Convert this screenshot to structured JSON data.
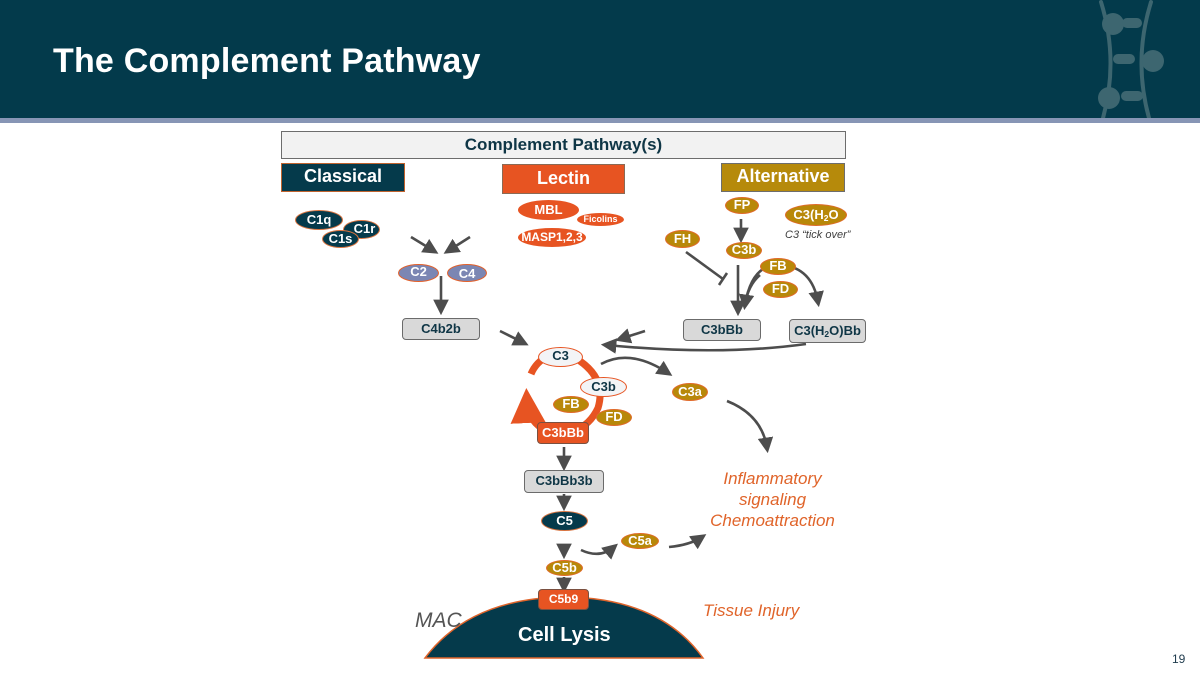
{
  "slide": {
    "title": "The Complement Pathway",
    "page_number": "19",
    "colors": {
      "header_bg": "#033a4b",
      "header_stripe": "#8795b5",
      "classical": "#053a4b",
      "lectin": "#e75422",
      "alternative": "#b68a0b",
      "complement_c2_c4": "#7b86b3",
      "outcome_text": "#e0642a",
      "arrow": "#4d4d4d"
    }
  },
  "diagram": {
    "header_box": "Complement Pathway(s)",
    "pathways": {
      "classical": "Classical",
      "lectin": "Lectin",
      "alternative": "Alternative"
    },
    "classical_nodes": {
      "c1q": "C1q",
      "c1r": "C1r",
      "c1s": "C1s",
      "c2": "C2",
      "c4": "C4",
      "c4b2b": "C4b2b"
    },
    "lectin_nodes": {
      "mbl": "MBL",
      "ficolins": "Ficolins",
      "masp": "MASP1,2,3"
    },
    "alternative_nodes": {
      "fp": "FP",
      "c3h2o_prefix": "C3(H",
      "c3h2o_sub": "2",
      "c3h2o_suffix": "O",
      "tick_over": "C3 “tick over”",
      "fh": "FH",
      "c3b": "C3b",
      "fb": "FB",
      "fd": "FD",
      "c3bbb": "C3bBb",
      "c3h2obb_prefix": "C3(H",
      "c3h2obb_sub": "2",
      "c3h2obb_suffix": "O)Bb"
    },
    "amplification_loop": {
      "c3": "C3",
      "c3b": "C3b",
      "fb": "FB",
      "fd": "FD",
      "c3bbb": "C3bBb",
      "c3a": "C3a"
    },
    "terminal": {
      "c3bbb3b": "C3bBb3b",
      "c5": "C5",
      "c5a": "C5a",
      "c5b": "C5b",
      "c5b9": "C5b9"
    },
    "outcomes": {
      "inflammatory_line1": "Inflammatory",
      "inflammatory_line2": "signaling",
      "inflammatory_line3": "Chemoattraction",
      "tissue_injury": "Tissue Injury",
      "mac": "MAC",
      "cell_lysis": "Cell Lysis"
    }
  }
}
